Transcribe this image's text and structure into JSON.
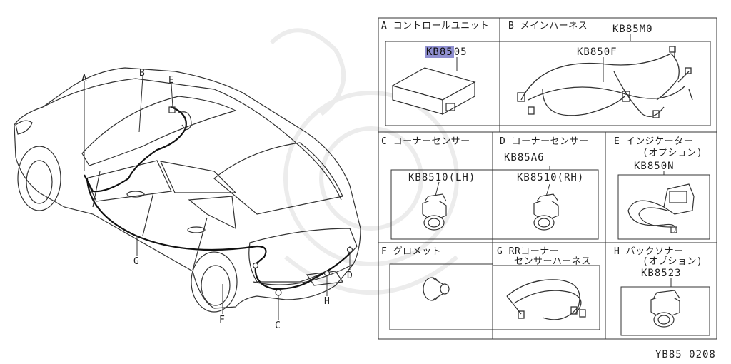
{
  "car_labels": {
    "A": "A",
    "B": "B",
    "C": "C",
    "D": "D",
    "E": "E",
    "F": "F",
    "G": "G",
    "H": "H"
  },
  "panels": {
    "A": {
      "title": "A コントロールユニット",
      "part": "KB8505",
      "part_highlight": "KB85",
      "part_rest": "05"
    },
    "B": {
      "title": "B メインハーネス",
      "part_main": "KB85M0",
      "part_sub": "KB850F"
    },
    "C": {
      "title": "C コーナーセンサー",
      "part": "KB8510(LH)"
    },
    "D": {
      "title": "D コーナーセンサー",
      "part_set": "KB85A6",
      "part": "KB8510(RH)"
    },
    "E": {
      "title": "E インジケーター",
      "subtitle": "(オプション)",
      "part": "KB850N"
    },
    "F": {
      "title": "F グロメット"
    },
    "G": {
      "title": "G RRコーナー",
      "title2": "センサーハーネス"
    },
    "H": {
      "title": "H バックソナー",
      "subtitle": "(オプション)",
      "part": "KB8523"
    }
  },
  "footer": "YB85 0208",
  "colors": {
    "line": "#333333",
    "highlight": "#8f8fd0",
    "watermark": "#ececec"
  }
}
